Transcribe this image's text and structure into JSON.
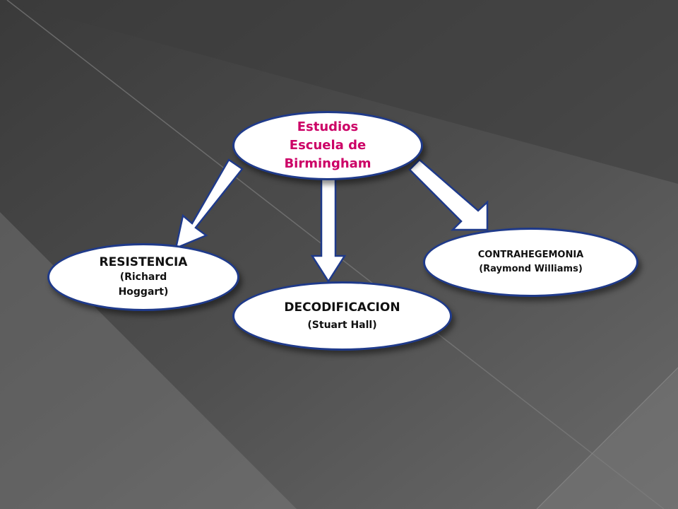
{
  "slide": {
    "background_color": "#4a4a4a",
    "arrow_fill": "#ffffff",
    "arrow_stroke": "#1f3a8a"
  },
  "nodes": {
    "root": {
      "line1": "Estudios",
      "line2": "Escuela de",
      "line3": "Birmingham",
      "text_color": "#cc0066"
    },
    "resistencia": {
      "title": "RESISTENCIA",
      "line2": "(Richard",
      "line3": "Hoggart)"
    },
    "decodificacion": {
      "title": "DECODIFICACION",
      "subtitle": "(Stuart Hall)"
    },
    "contrahegemonia": {
      "title": "CONTRAHEGEMONIA",
      "subtitle": "(Raymond Williams)"
    }
  }
}
